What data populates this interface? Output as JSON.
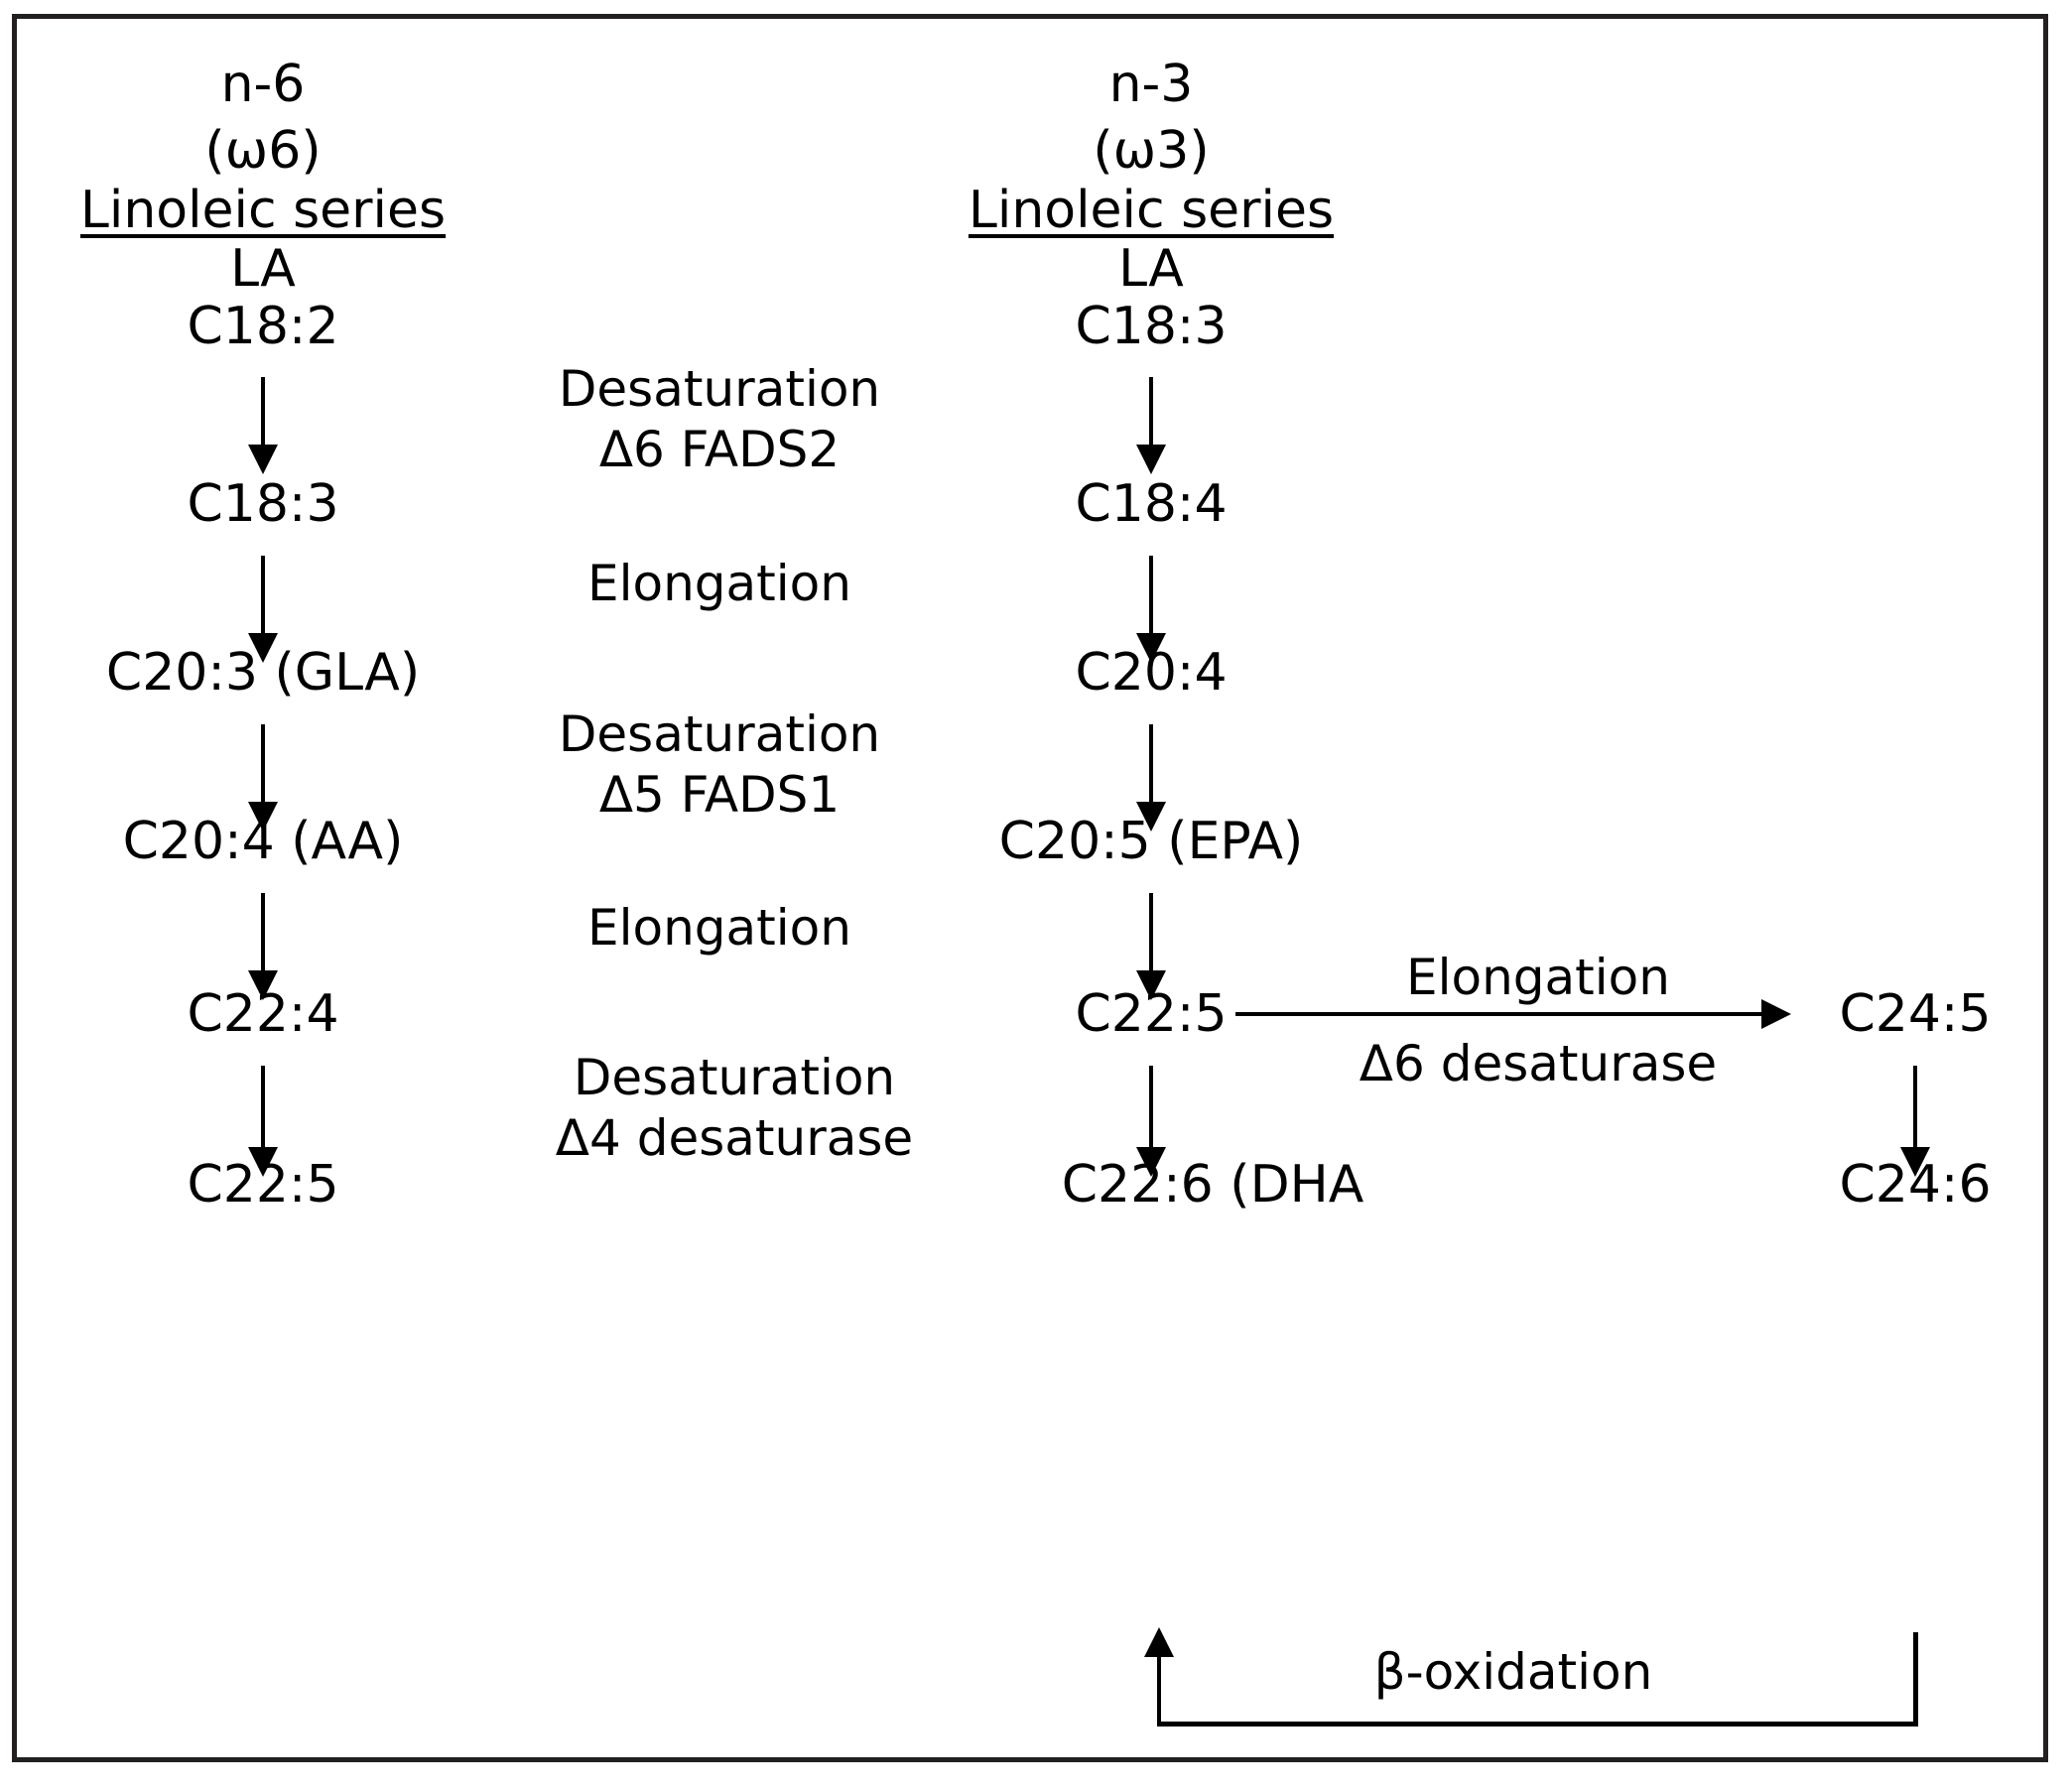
{
  "figure": {
    "title_text": "",
    "colors": {
      "line": "#000000",
      "frame": "#231f20",
      "background": "#ffffff"
    }
  },
  "columns": {
    "n6": {
      "family_line1": "n-6",
      "family_line2": "(ω6)",
      "series_label": "Linoleic series",
      "abbrev": "LA",
      "compounds": [
        {
          "label": "C18:2"
        },
        {
          "label": "C18:3"
        },
        {
          "label": "C20:3 (GLA)"
        },
        {
          "label": "C20:4 (AA)"
        },
        {
          "label": "C22:4"
        },
        {
          "label": "C22:5"
        }
      ]
    },
    "n3": {
      "family_line1": "n-3",
      "family_line2": "(ω3)",
      "series_label": "Linoleic series",
      "abbrev": "LA",
      "compounds": [
        {
          "label": "C18:3"
        },
        {
          "label": "C18:4"
        },
        {
          "label": "C20:4"
        },
        {
          "label": "C20:5 (EPA)"
        },
        {
          "label": "C22:5"
        },
        {
          "label": "C22:6 (DHA"
        }
      ]
    },
    "c24_branch": {
      "compounds": [
        {
          "label": "C24:5"
        },
        {
          "label": "C24:6"
        }
      ]
    }
  },
  "enzymes": {
    "center": [
      {
        "line1": "Desaturation",
        "line2": "Δ6 FADS2"
      },
      {
        "line1": "Elongation",
        "line2": ""
      },
      {
        "line1": "Desaturation",
        "line2": "Δ5 FADS1"
      },
      {
        "line1": "Elongation",
        "line2": ""
      },
      {
        "line1": "Desaturation",
        "line2": "Δ4 desaturase"
      }
    ],
    "branch_top": "Elongation",
    "branch_bottom": "Δ6 desaturase",
    "loop_label": "β-oxidation"
  }
}
